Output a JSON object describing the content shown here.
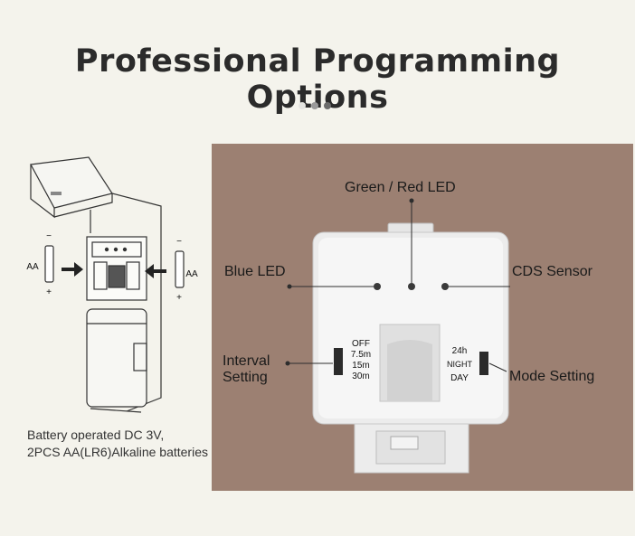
{
  "page": {
    "title": "Professional Programming Options",
    "carousel_dots": 3
  },
  "left_illustration": {
    "battery_label_left": "AA",
    "battery_label_right": "AA",
    "minus": "−",
    "plus": "+",
    "caption_line1": "Battery operated DC 3V,",
    "caption_line2": "2PCS AA(LR6)Alkaline batteries"
  },
  "panel": {
    "background": "#9c8072",
    "labels": {
      "green_red_led": "Green / Red LED",
      "blue_led": "Blue LED",
      "cds_sensor": "CDS Sensor",
      "interval_line1": "Interval",
      "interval_line2": "Setting",
      "mode_setting": "Mode Setting"
    },
    "interval_options": [
      "OFF",
      "7.5m",
      "15m",
      "30m"
    ],
    "mode_options": [
      "24h",
      "NIGHT",
      "DAY"
    ]
  }
}
